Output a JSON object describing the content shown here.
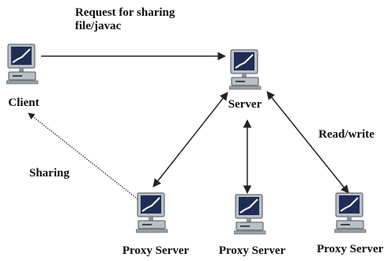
{
  "diagram": {
    "nodes": {
      "client": {
        "label": "Client"
      },
      "server": {
        "label": "Server"
      },
      "proxy1": {
        "label": "Proxy Server"
      },
      "proxy2": {
        "label": "Proxy Server"
      },
      "proxy3": {
        "label": "Proxy Server"
      }
    },
    "edges": {
      "request": {
        "label": "Request for sharing\nfile/javac",
        "direction": "client-to-server"
      },
      "read_write": {
        "label": "Read/write",
        "direction": "both"
      },
      "sharing": {
        "label": "Sharing",
        "direction": "proxy1-to-client"
      },
      "server_proxy1": {
        "direction": "both"
      },
      "server_proxy2": {
        "direction": "both"
      }
    },
    "colors": {
      "line": "#222222",
      "monitor_frame": "#b8c0c8",
      "monitor_screen": "#1f2d55",
      "screen_graph": "#ffffff"
    }
  }
}
